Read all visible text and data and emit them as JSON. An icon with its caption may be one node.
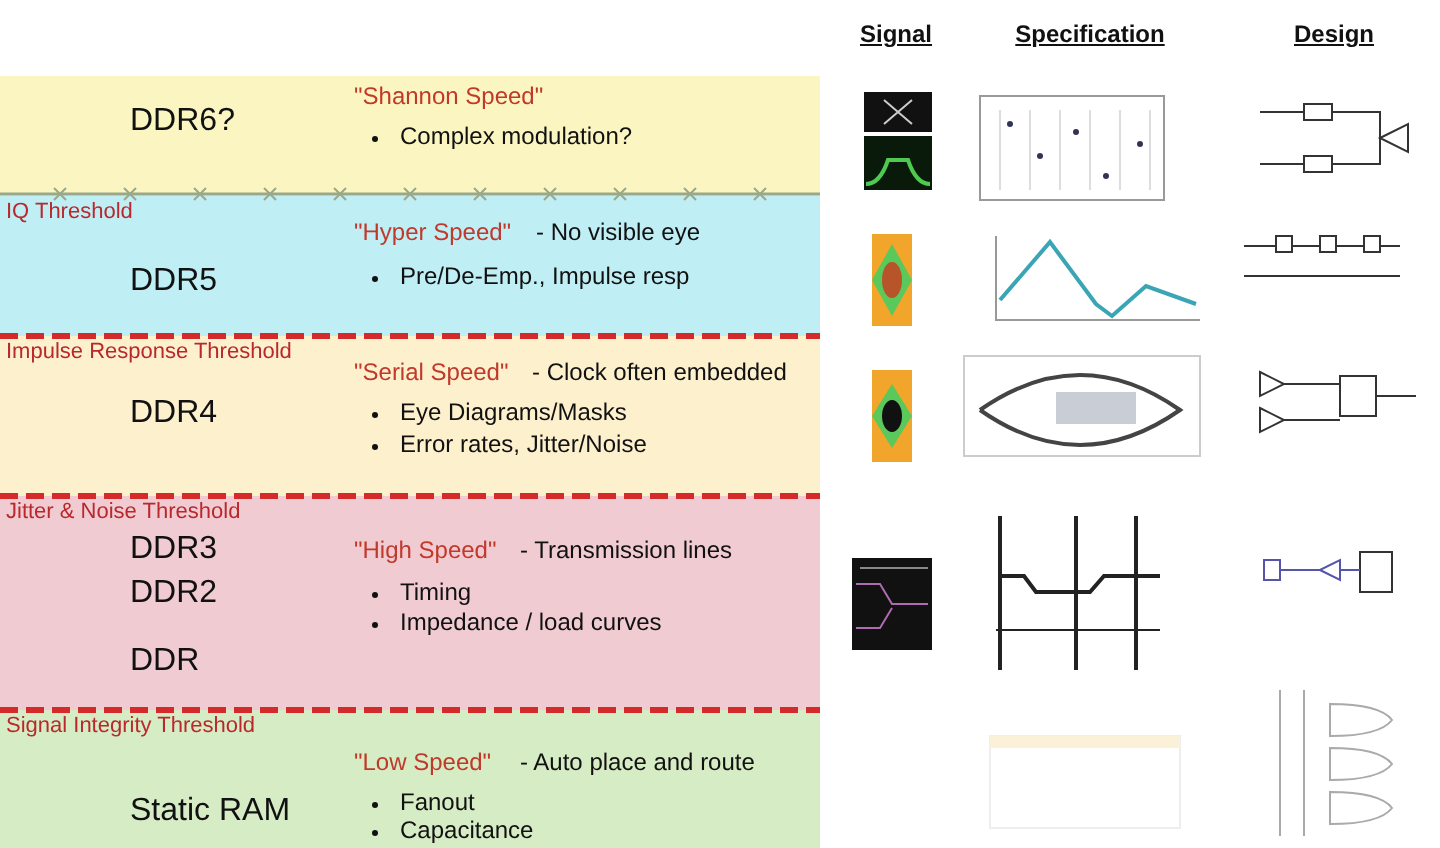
{
  "diagram": {
    "nodes": [
      {
        "text": [
          "DDR6?",
          "\"Shannon Speed\"",
          "Complex modulation?"
        ]
      },
      {
        "text": [
          "IQ Threshold",
          "DDR5",
          "\"Hyper Speed\"",
          "- No visible eye",
          "Pre/De-Emp., Impulse resp"
        ]
      },
      {
        "text": [
          "Impulse Response Threshold",
          "DDR4",
          "\"Serial Speed\"",
          "- Clock often embedded",
          "Eye Diagrams/Masks",
          "Error rates, Jitter/Noise"
        ]
      },
      {
        "text": [
          "Jitter  & Noise Threshold",
          "DDR3",
          "DDR2",
          "DDR",
          "\"High Speed\"",
          "- Transmission lines",
          "Timing",
          "Impedance / load curves"
        ]
      },
      {
        "text": [
          "Signal Integrity Threshold",
          "Static RAM",
          "\"Low Speed\"",
          "- Auto place and route",
          "Fanout",
          "Capacitance"
        ]
      }
    ],
    "labels": [
      "Signal",
      "Specification",
      "Design"
    ]
  }
}
